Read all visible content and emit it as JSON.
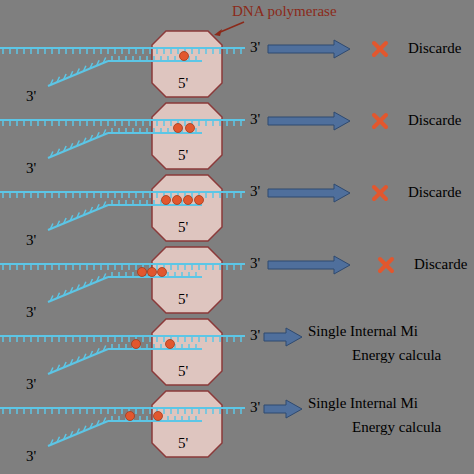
{
  "diagram": {
    "labels": [
      "DNA polymerase",
      "3'",
      "3'",
      "5'",
      "Discarde",
      "3'",
      "3'",
      "5'",
      "Discarde",
      "3'",
      "3'",
      "5'",
      "Discarde",
      "3'",
      "3'",
      "5'",
      "Discarde",
      "3'",
      "3'",
      "5'",
      "Single Internal Mi",
      "Energy calcula",
      "3'",
      "3'",
      "5'",
      "Single Internal Mi",
      "Energy calcula"
    ]
  }
}
